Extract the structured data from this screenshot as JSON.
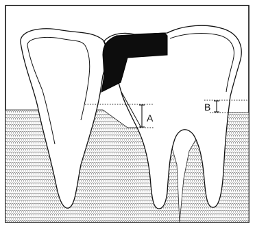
{
  "labels": {
    "a": "A",
    "b": "B"
  },
  "colors": {
    "line": "#111111",
    "restoration": "#0d0d0d",
    "bone_fill": "#ffffff",
    "bone_texture": "#555555",
    "background": "#ffffff"
  },
  "icons": {
    "restoration": "black-filling-shape",
    "bone": "stippled-bone-texture"
  }
}
